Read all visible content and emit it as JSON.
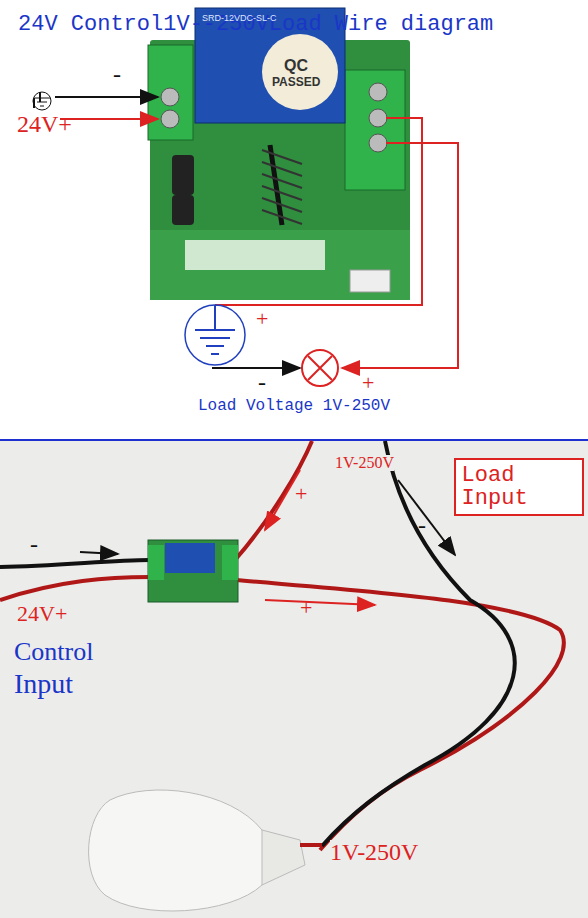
{
  "diagram": {
    "title": "24V Control1V--250VLoad Wire diagram",
    "nodes": [
      {
        "text": [
          "Load Input"
        ]
      }
    ],
    "labels": [
      "-",
      "24V+",
      "QC",
      "PASSED",
      "SRD-12VDC-SL-C",
      "+",
      "-",
      "+",
      "Load Voltage 1V-250V",
      "1V-250V",
      "+",
      "-",
      "-",
      "24V+",
      "Control",
      "Input",
      "+",
      "1V-250V"
    ]
  }
}
